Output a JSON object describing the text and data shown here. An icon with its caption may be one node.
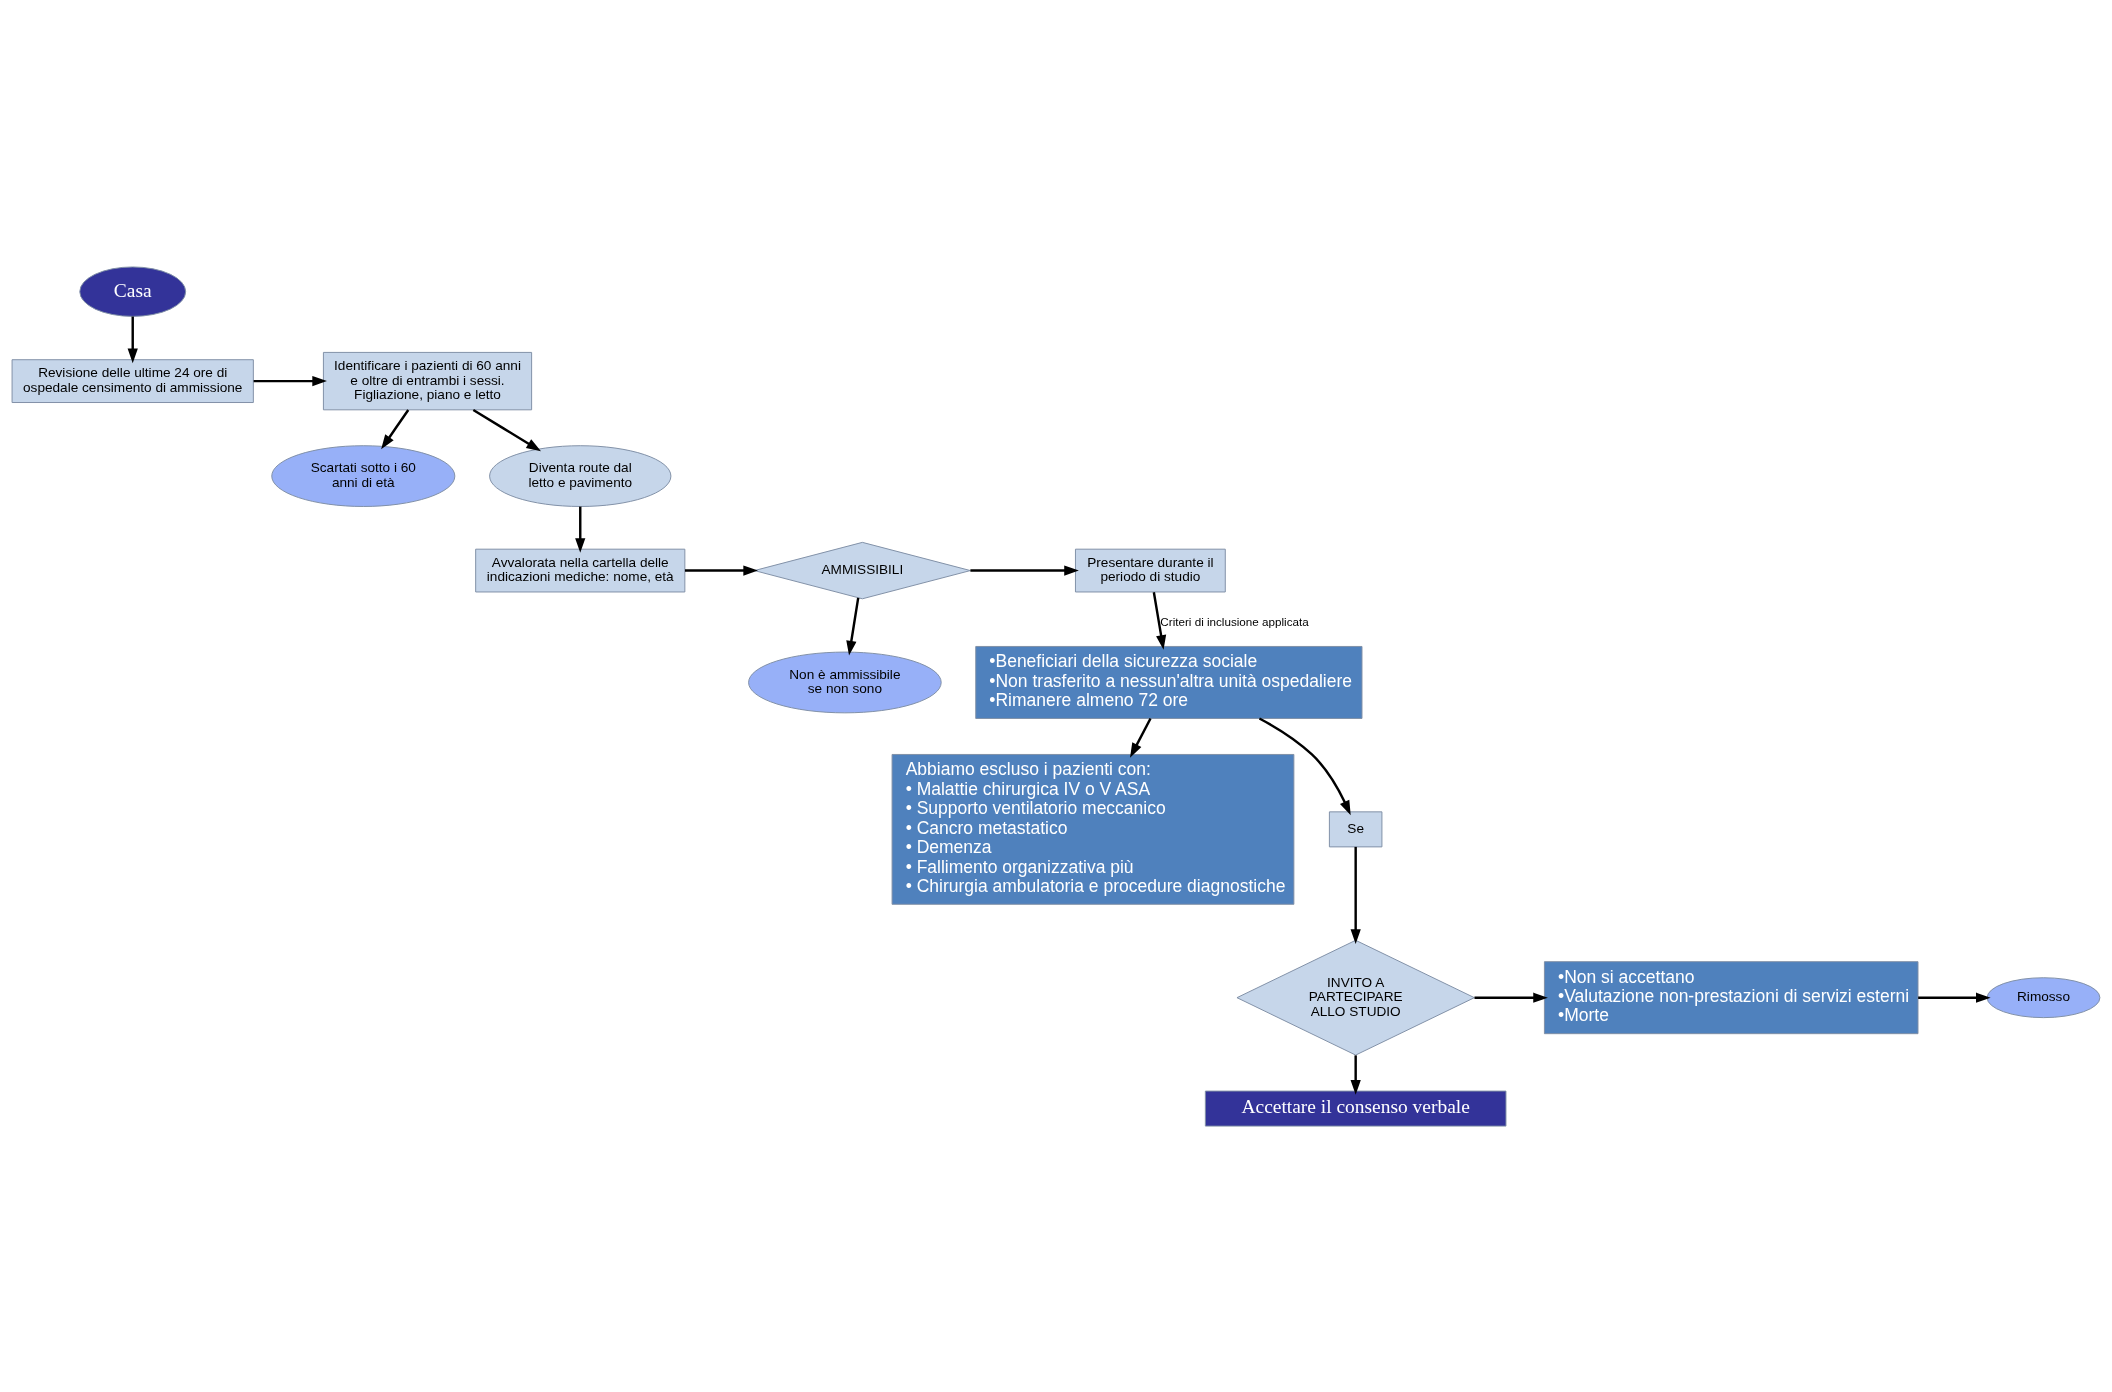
{
  "diagram": {
    "nodes": [
      {
        "text": [
          "Casa"
        ]
      },
      {
        "text": [
          "Revisione delle ultime 24 ore di ospedale censimento di ammissione"
        ]
      },
      {
        "text": [
          "Identificare i pazienti di 60 anni e oltre di entrambi i sessi. Figliazione, piano e letto"
        ]
      },
      {
        "text": [
          "Scartati sotto i 60 anni di età"
        ]
      },
      {
        "text": [
          "Diventa route dal letto e pavimento"
        ]
      },
      {
        "text": [
          "Non è ammissibile se non sono"
        ]
      },
      {
        "text": [
          "AMMISSIBILI"
        ]
      },
      {
        "text": [
          "Avvalorata nella cartella delle indicazioni mediche: nome, età"
        ]
      },
      {
        "text": [
          "Presentare durante il periodo di studio"
        ]
      },
      {
        "text": [
          "•Beneficiari della sicurezza sociale",
          "•Non trasferito a nessun'altra unità ospedaliere",
          "•Rimanere almeno 72 ore"
        ]
      },
      {
        "text": [
          "Abbiamo escluso i pazienti con:",
          "• Malattie chirurgica IV o V ASA",
          "• Supporto ventilatorio meccanico",
          "• Cancro metastatico",
          "• Demenza",
          "• Fallimento organizzativa più",
          "• Chirurgia ambulatoria e procedure diagnostiche"
        ]
      },
      {
        "text": [
          "Se"
        ]
      },
      {
        "text": [
          "INVITO A PARTECIPARE ALLO STUDIO"
        ]
      },
      {
        "text": [
          "•Non si accettano",
          "•Valutazione non-prestazioni di servizi esterni",
          "•Morte"
        ]
      },
      {
        "text": [
          "Rimosso"
        ]
      },
      {
        "text": [
          "Accettare il consenso verbale"
        ]
      }
    ],
    "edges": [
      {
        "from": 0,
        "to": 1,
        "arrow": "to"
      },
      {
        "from": 1,
        "to": 2,
        "arrow": "to"
      },
      {
        "from": 2,
        "to": 3,
        "arrow": "to"
      },
      {
        "from": 2,
        "to": 4,
        "arrow": "to"
      },
      {
        "from": 4,
        "to": 7,
        "arrow": "to"
      },
      {
        "from": 7,
        "to": 6,
        "arrow": "to"
      },
      {
        "from": 6,
        "to": 5,
        "arrow": "to"
      },
      {
        "from": 6,
        "to": 8,
        "arrow": "to"
      },
      {
        "from": 8,
        "to": 9,
        "arrow": "to",
        "label": "Criteri di inclusione applicata"
      },
      {
        "from": 9,
        "to": 10,
        "arrow": "to"
      },
      {
        "from": 9,
        "to": 11,
        "arrow": "to"
      },
      {
        "from": 11,
        "to": 12,
        "arrow": "to"
      },
      {
        "from": 12,
        "to": 13,
        "arrow": "to"
      },
      {
        "from": 13,
        "to": 14,
        "arrow": "to"
      },
      {
        "from": 12,
        "to": 15,
        "arrow": "to"
      }
    ]
  }
}
